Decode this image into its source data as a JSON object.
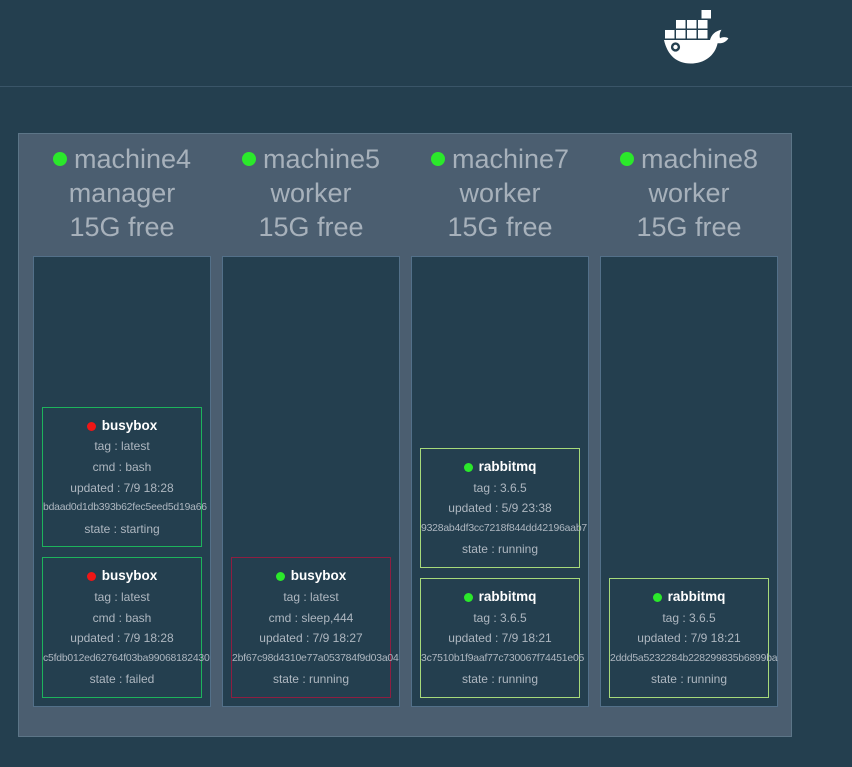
{
  "header": {
    "logo_icon": "docker-whale-icon"
  },
  "labels": {
    "tag": "tag",
    "cmd": "cmd",
    "updated": "updated",
    "state": "state",
    "separator": " : "
  },
  "colors": {
    "page_bg": "#243F4F",
    "panel_bg": "#4B5E70",
    "panel_border": "#5C7587",
    "column_border": "#537089",
    "header_divider": "#3A5568",
    "node_text": "#A7B1BB",
    "card_text": "#AEB7C0",
    "card_title_text": "#FFFFFF",
    "dot_green": "#2BE82B",
    "dot_red": "#F01616",
    "border_green": "#1DB35C",
    "border_maroon": "#8E1E41",
    "border_yellow_green": "#A6D97A"
  },
  "cluster": {
    "nodes": [
      {
        "name": "machine4",
        "role": "manager",
        "free": "15G free",
        "dot": "dot_green",
        "containers": [
          {
            "name": "busybox",
            "dot": "dot_red",
            "border": "border_green",
            "tag": "latest",
            "cmd": "bash",
            "updated": "7/9 18:28",
            "id": "bdaad0d1db393b62fec5eed5d19a66",
            "state": "starting"
          },
          {
            "name": "busybox",
            "dot": "dot_red",
            "border": "border_green",
            "tag": "latest",
            "cmd": "bash",
            "updated": "7/9 18:28",
            "id": "c5fdb012ed62764f03ba99068182430",
            "state": "failed"
          }
        ]
      },
      {
        "name": "machine5",
        "role": "worker",
        "free": "15G free",
        "dot": "dot_green",
        "containers": [
          {
            "name": "busybox",
            "dot": "dot_green",
            "border": "border_maroon",
            "tag": "latest",
            "cmd": "sleep,444",
            "updated": "7/9 18:27",
            "id": "2bf67c98d4310e77a053784f9d03a04",
            "state": "running"
          }
        ]
      },
      {
        "name": "machine7",
        "role": "worker",
        "free": "15G free",
        "dot": "dot_green",
        "containers": [
          {
            "name": "rabbitmq",
            "dot": "dot_green",
            "border": "border_yellow_green",
            "tag": "3.6.5",
            "updated": "5/9 23:38",
            "id": "9328ab4df3cc7218f844dd42196aab7",
            "state": "running"
          },
          {
            "name": "rabbitmq",
            "dot": "dot_green",
            "border": "border_yellow_green",
            "tag": "3.6.5",
            "updated": "7/9 18:21",
            "id": "3c7510b1f9aaf77c730067f74451e05",
            "state": "running"
          }
        ]
      },
      {
        "name": "machine8",
        "role": "worker",
        "free": "15G free",
        "dot": "dot_green",
        "containers": [
          {
            "name": "rabbitmq",
            "dot": "dot_green",
            "border": "border_yellow_green",
            "tag": "3.6.5",
            "updated": "7/9 18:21",
            "id": "2ddd5a5232284b228299835b6899ba",
            "state": "running"
          }
        ]
      }
    ]
  }
}
